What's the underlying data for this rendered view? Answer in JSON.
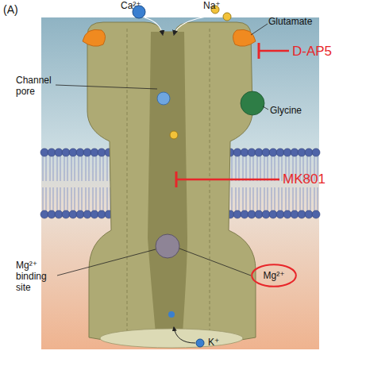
{
  "diagram": {
    "nodes": [
      {
        "text": [
          "Mg²⁺"
        ]
      }
    ],
    "labels": [
      "(A)",
      "Ca²⁺",
      "Na⁺",
      "Glutamate",
      "D-AP5",
      "Glycine",
      "Channel pore",
      "MK801",
      "Mg²⁺ binding site",
      "K⁺"
    ]
  }
}
